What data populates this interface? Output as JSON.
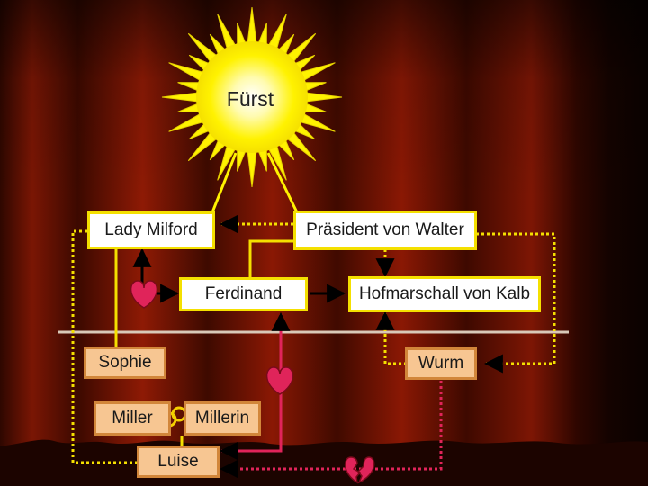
{
  "sun": {
    "label": "Fürst"
  },
  "nodes": {
    "lady_milford": "Lady Milford",
    "praesident": "Präsident von Walter",
    "ferdinand": "Ferdinand",
    "hofmarschall": "Hofmarschall von Kalb",
    "sophie": "Sophie",
    "wurm": "Wurm",
    "miller": "Miller",
    "millerin": "Millerin",
    "luise": "Luise"
  },
  "colors": {
    "background_dark": "#2a0700",
    "curtain_red": "#8e1a05",
    "stage_floor": "#1c0400",
    "sun_yellow": "#fff200",
    "box_border_yellow": "#f4e000",
    "tan_fill": "#f7c692",
    "love_pink": "#e0245a",
    "dotted_yellow": "#f4e000",
    "arrow_black": "#000000"
  }
}
